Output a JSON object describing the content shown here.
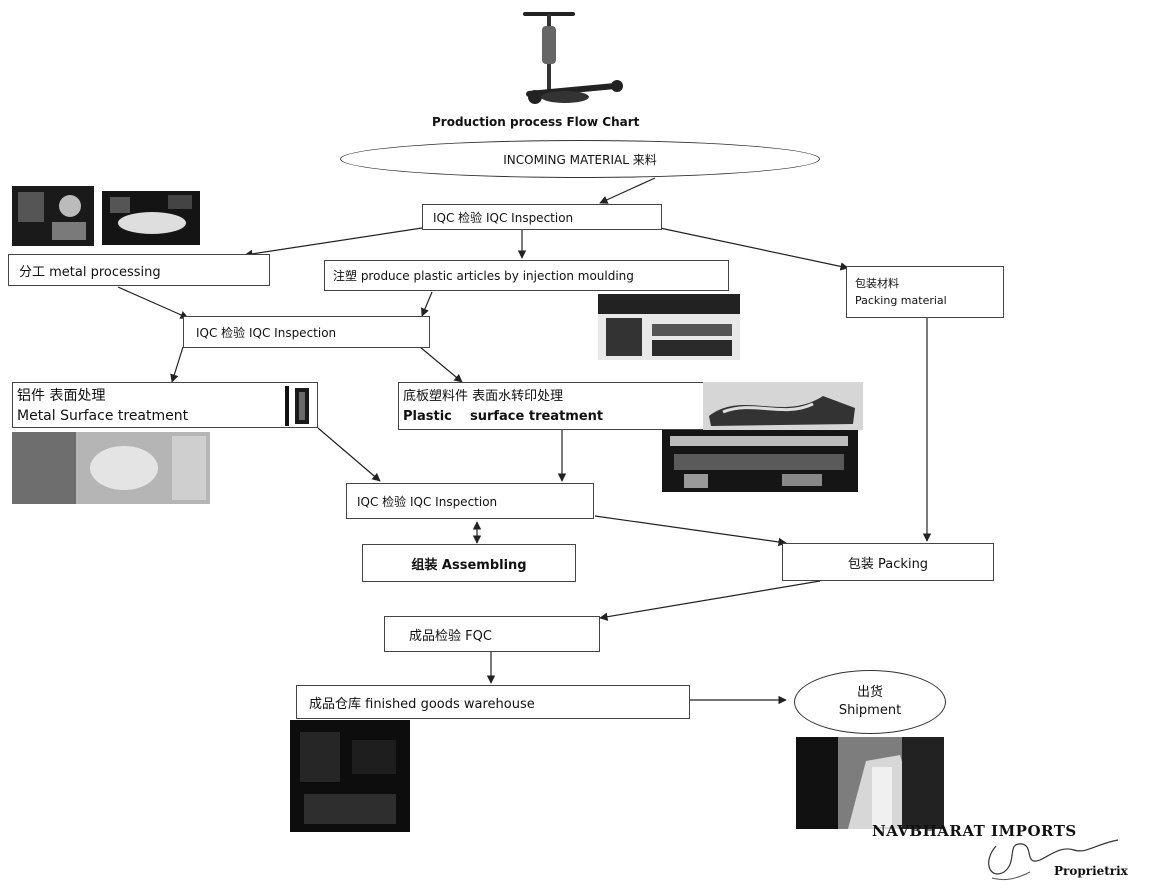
{
  "diagram": {
    "title": "Production process Flow Chart",
    "incoming": "INCOMING MATERIAL 来料",
    "iqc_top": "IQC 检验 IQC Inspection",
    "metal_processing": "分工 metal processing",
    "injection": "注塑 produce plastic articles by injection moulding",
    "packing_material_cn": "包装材料",
    "packing_material_en": "Packing material",
    "iqc_mid": "IQC 检验 IQC Inspection",
    "metal_surface_cn": "铝件 表面处理",
    "metal_surface_en": "Metal Surface treatment",
    "plastic_surface_cn": "底板塑料件 表面水转印处理",
    "plastic_surface_en": "Plastic    surface treatment",
    "iqc_low": "IQC 检验 IQC Inspection",
    "assembling": "组装 Assembling",
    "packing": "包装 Packing",
    "fqc": "成品检验 FQC",
    "warehouse": "成品仓库 finished goods warehouse",
    "shipment_cn": "出货",
    "shipment_en": "Shipment"
  },
  "stamp": {
    "company": "NAVBHARAT IMPORTS",
    "role": "Proprietrix"
  },
  "colors": {
    "line": "#222222",
    "photo_dark": "#1a1a1a"
  },
  "icons": [
    "scooter-icon",
    "equipment-photo",
    "factory-photo",
    "ship-photo",
    "signature-mark"
  ]
}
